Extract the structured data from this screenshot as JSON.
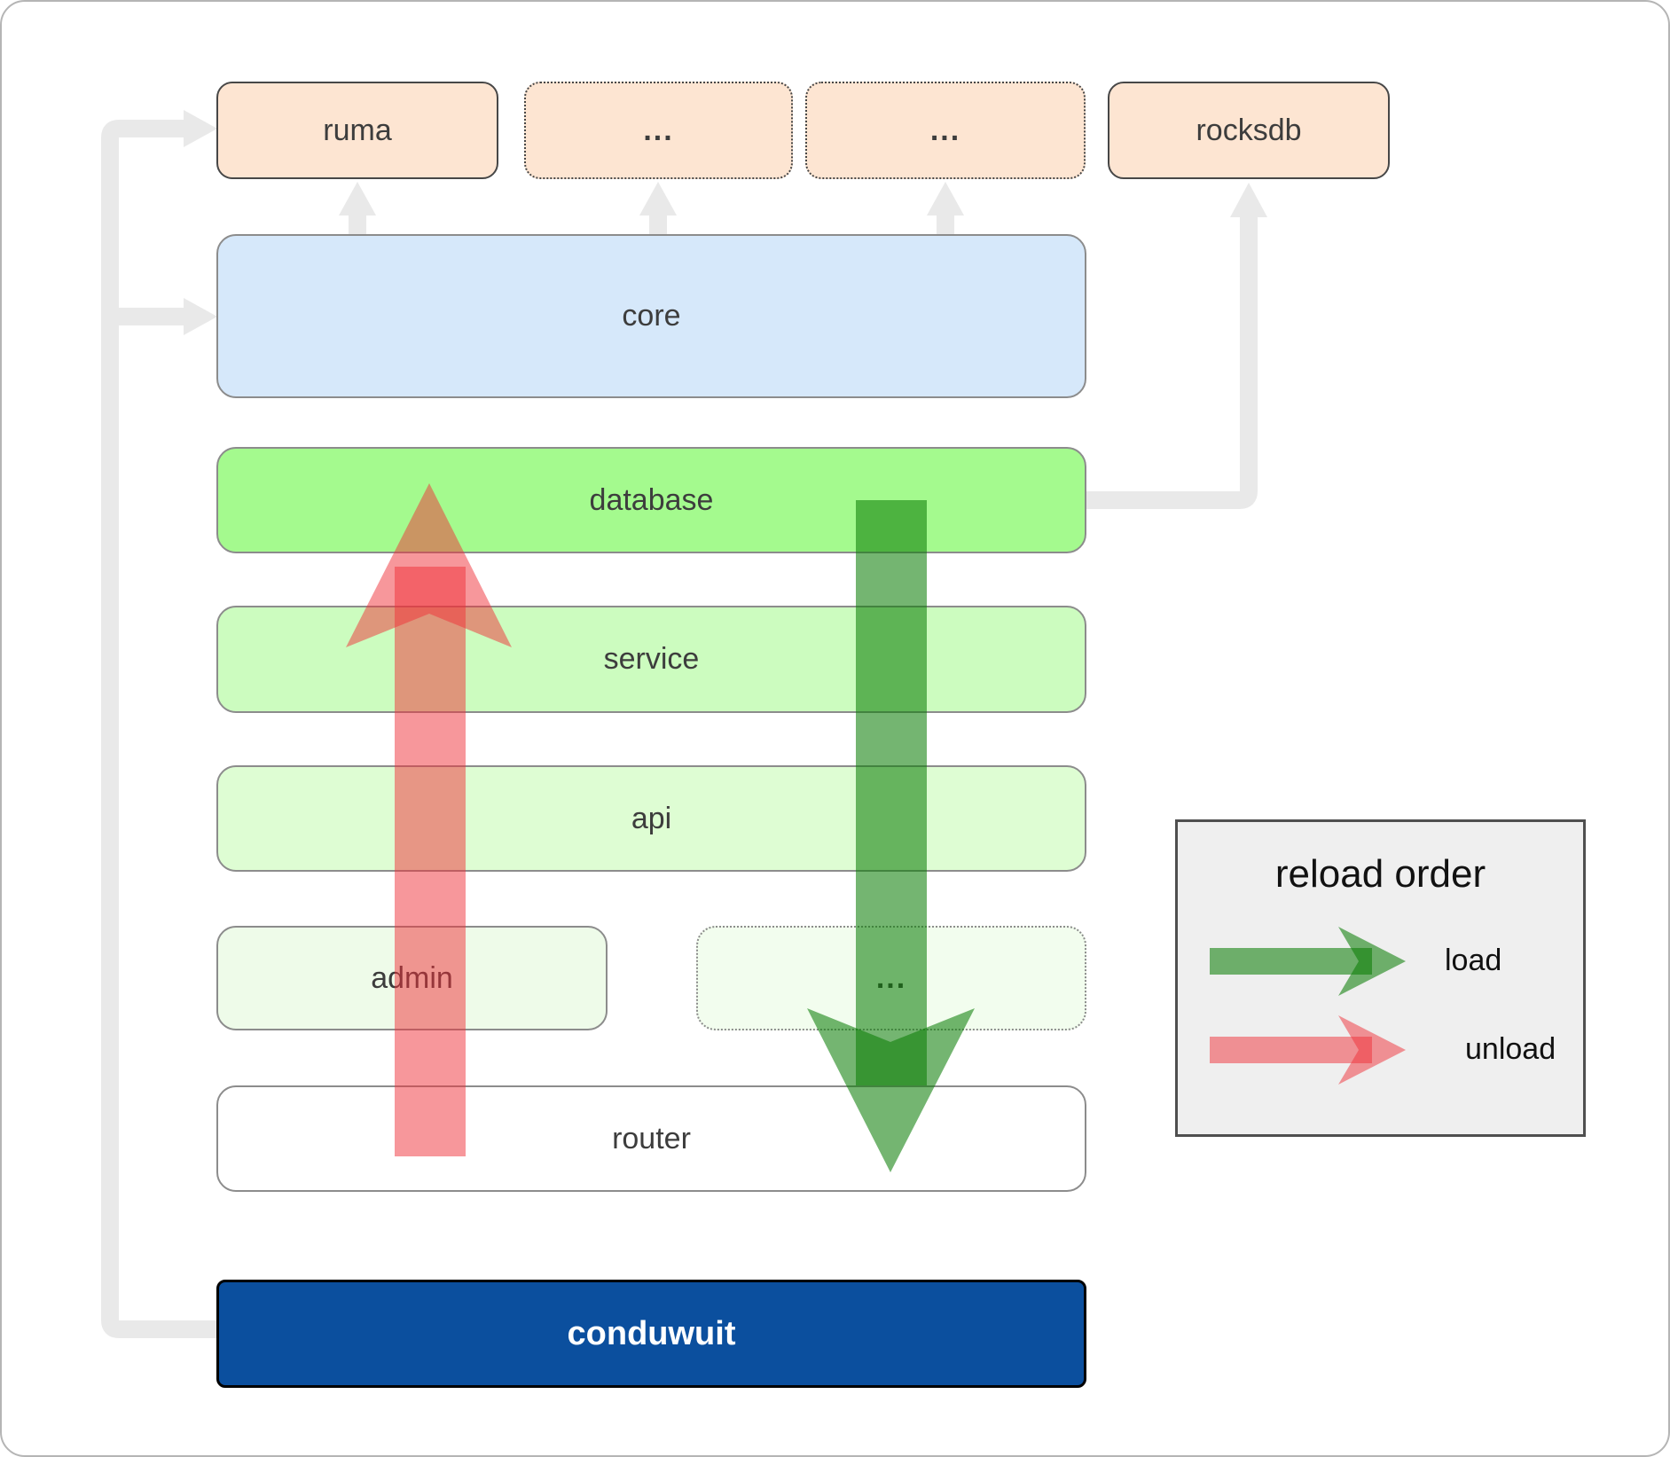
{
  "diagram": {
    "nodes": {
      "ruma": {
        "label": "ruma"
      },
      "ellipsis_top_1": {
        "label": "..."
      },
      "ellipsis_top_2": {
        "label": "..."
      },
      "rocksdb": {
        "label": "rocksdb"
      },
      "core": {
        "label": "core"
      },
      "database": {
        "label": "database"
      },
      "service": {
        "label": "service"
      },
      "api": {
        "label": "api"
      },
      "admin": {
        "label": "admin"
      },
      "ellipsis_admin": {
        "label": "..."
      },
      "router": {
        "label": "router"
      },
      "conduwuit": {
        "label": "conduwuit"
      }
    },
    "legend": {
      "title": "reload order",
      "load_label": "load",
      "unload_label": "unload"
    },
    "colors": {
      "load_arrow_green": "rgb(10,125,5)",
      "unload_arrow_red": "rgb(239,47,55)",
      "connector_gray": "#e9e9e9",
      "module_peach": "#fde5d2",
      "core_blue": "#d6e8fa",
      "database_green": "#a4fa8e",
      "service_green": "#ccfcbf",
      "api_green": "#defdd3",
      "admin_green": "#eefbe9",
      "router_white": "#ffffff",
      "conduwuit_blue": "#0b4f9e",
      "legend_bg": "#efefef"
    }
  }
}
